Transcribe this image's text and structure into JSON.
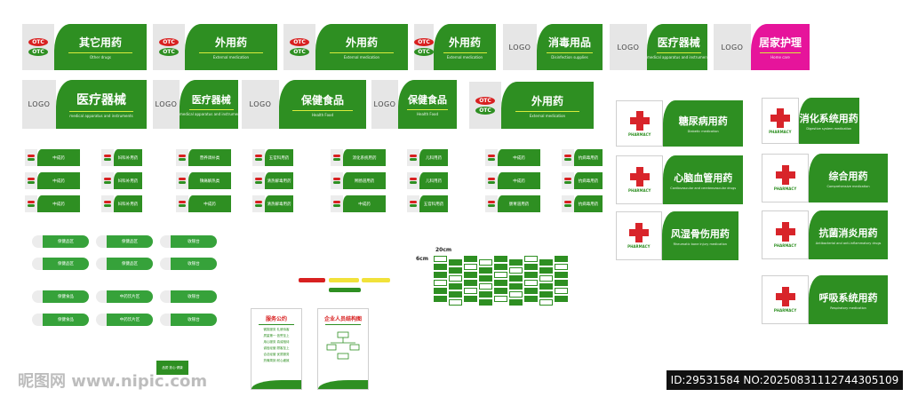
{
  "top_row": [
    {
      "type": "otc",
      "title": "其它用药",
      "sub": "Other drugs"
    },
    {
      "type": "otc",
      "title": "外用药",
      "sub": "External medication"
    },
    {
      "type": "otc",
      "title": "外用药",
      "sub": "External medication"
    },
    {
      "type": "otc",
      "title": "外用药",
      "sub": "External medication"
    },
    {
      "type": "logo",
      "title": "消毒用品",
      "sub": "Disinfection supplies"
    },
    {
      "type": "logo",
      "title": "医疗器械",
      "sub": "medical apparatus and instruments"
    },
    {
      "type": "logo",
      "title": "居家护理",
      "sub": "Home care"
    }
  ],
  "second_row": [
    {
      "type": "logo",
      "title": "医疗器械",
      "sub": "medical apparatus and instruments"
    },
    {
      "type": "logo",
      "title": "医疗器械",
      "sub": "medical apparatus and instruments"
    },
    {
      "type": "logo",
      "title": "保健食品",
      "sub": "Health Food"
    },
    {
      "type": "logo",
      "title": "保健食品",
      "sub": "Health Food"
    },
    {
      "type": "otc",
      "title": "外用药",
      "sub": "External medication"
    }
  ],
  "otc_label": {
    "top": "OTC",
    "bottom": "OTC"
  },
  "logo_text": "LOGO",
  "pharmacy_label": "PHARMACY",
  "pharmacy_signs": [
    {
      "title": "糖尿病用药",
      "sub": "Diabetic medication"
    },
    {
      "title": "心脑血管用药",
      "sub": "Cardiovascular and cerebrovascular drugs"
    },
    {
      "title": "风湿骨伤用药",
      "sub": "Rheumatic bone injury medication"
    },
    {
      "title": "消化系统用药",
      "sub": "Digestive system medication"
    },
    {
      "title": "综合用药",
      "sub": "Comprehensive medication"
    },
    {
      "title": "抗菌消炎用药",
      "sub": "Antibacterial and anti-inflammatory drugs"
    },
    {
      "title": "呼吸系统用药",
      "sub": "Respiratory medication"
    }
  ],
  "mini_groups": [
    [
      "中成药",
      "妇科补用药",
      "中成药",
      "妇科补用药",
      "中成药",
      "妇科补用药"
    ],
    [
      "营养调补类",
      "五官科用药",
      "镇痛解热类",
      "清热解毒用药",
      "中成药",
      "清热解毒用药"
    ],
    [
      "消化系统用药",
      "儿科用药",
      "胃肠道用药",
      "儿科用药",
      "中成药",
      "五官科用药"
    ],
    [
      "中成药",
      "抗病毒用药",
      "中成药",
      "抗病毒用药",
      "肠胃道用药",
      "抗病毒用药"
    ]
  ],
  "small_pills": [
    "保健品区",
    "保健品区",
    "保健品区",
    "保健品区",
    "中药饮片区",
    "中药饮片区",
    "收银台",
    "收银台",
    "保健食品",
    "保健食品",
    "收银台",
    "收银台"
  ],
  "boards": [
    {
      "title": "服务公约",
      "rows": [
        "微笑服务 礼貌待客",
        "质量第一 信誉至上",
        "用心服务 真诚相待",
        "诚信经营 顾客至上",
        "合法经营 优质服务",
        "热情周到 耐心细致"
      ]
    },
    {
      "title": "企业人员结构图",
      "rows": []
    }
  ],
  "dimension_labels": {
    "width": "20cm",
    "height": "6cm"
  },
  "tag_bottom": "品质·放心·健康",
  "watermark": "昵图网 www.nipic.com",
  "footer": "ID:29531584 NO:20250831112744305109",
  "colors": {
    "green": "#2e8f22",
    "red": "#d82020",
    "pink": "#e6149b",
    "yellow": "#d9ec3b"
  }
}
